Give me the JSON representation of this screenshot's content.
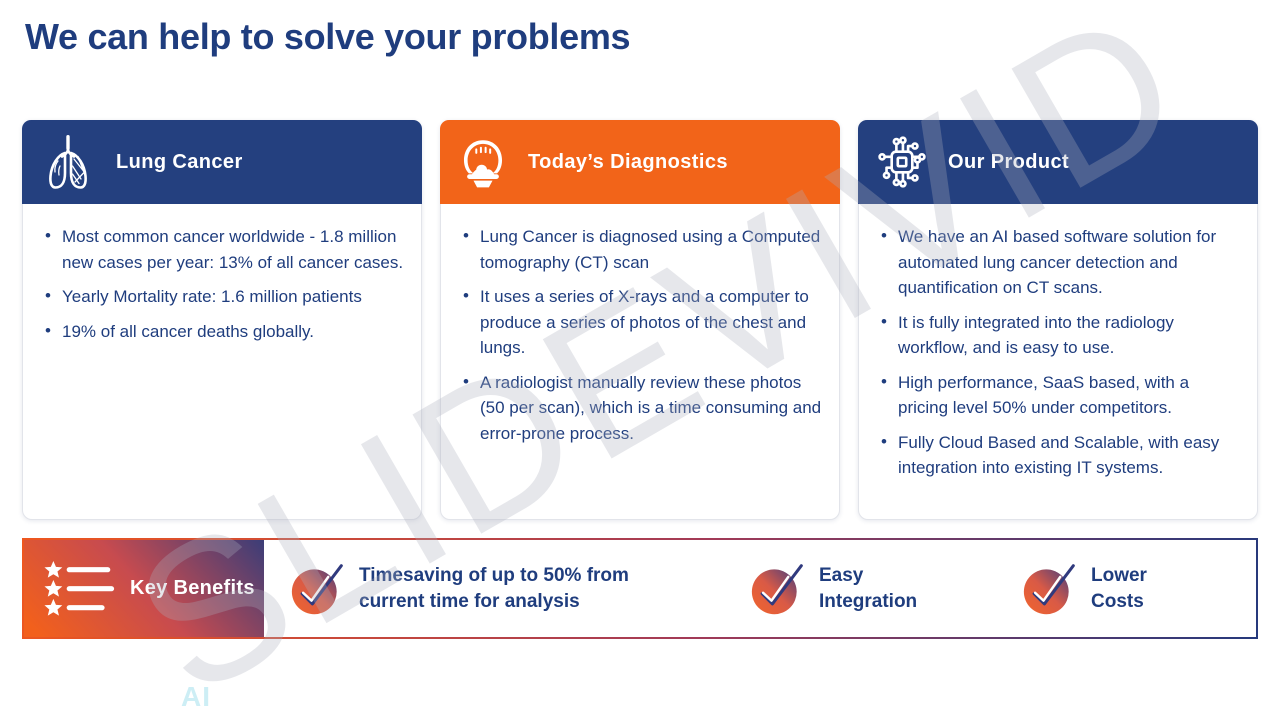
{
  "title": "We can help to solve your problems",
  "watermark": "SLIDEVIVID",
  "cards": [
    {
      "title": "Lung Cancer",
      "icon": "lungs-icon",
      "header_color": "#24407F",
      "bullets": [
        "Most common cancer worldwide - 1.8 million new cases per year: 13% of all cancer cases.",
        "Yearly Mortality rate: 1.6 million patients",
        "19% of all cancer deaths globally."
      ]
    },
    {
      "title": "Today’s Diagnostics",
      "icon": "ct-scanner-icon",
      "header_color": "#F26419",
      "bullets": [
        "Lung Cancer is diagnosed using a Computed tomography (CT) scan",
        "It uses a series of X-rays and a computer to produce a series of photos of the chest and lungs.",
        "A radiologist manually review these photos (50 per scan), which is a time consuming and error-prone process."
      ]
    },
    {
      "title": "Our Product",
      "icon": "ai-chip-icon",
      "header_color": "#24407F",
      "bullets": [
        "We have an AI based software solution for automated lung cancer detection and quantification on CT scans.",
        "It is fully integrated into the radiology workflow, and is easy to use.",
        "High performance, SaaS based, with a pricing level 50% under competitors.",
        "Fully Cloud Based and Scalable, with easy integration into existing IT systems."
      ]
    }
  ],
  "benefits": {
    "label": "Key Benefits",
    "icon": "star-list-icon",
    "items": [
      {
        "icon": "check-icon",
        "text": "Timesaving of up to 50% from current time for analysis"
      },
      {
        "icon": "check-icon",
        "text": "Easy Integration"
      },
      {
        "icon": "check-icon",
        "text": "Lower Costs"
      }
    ]
  },
  "footer": {
    "logo_text": "AI"
  },
  "colors": {
    "navy_text": "#1F3D7E",
    "header_blue": "#24407F",
    "header_orange": "#F26419",
    "banner_gradient_start": "#F2601C",
    "banner_gradient_end": "#3B3D78",
    "watermark_gray": "#ACB0BE",
    "logo_cyan": "#CDEEF5"
  }
}
